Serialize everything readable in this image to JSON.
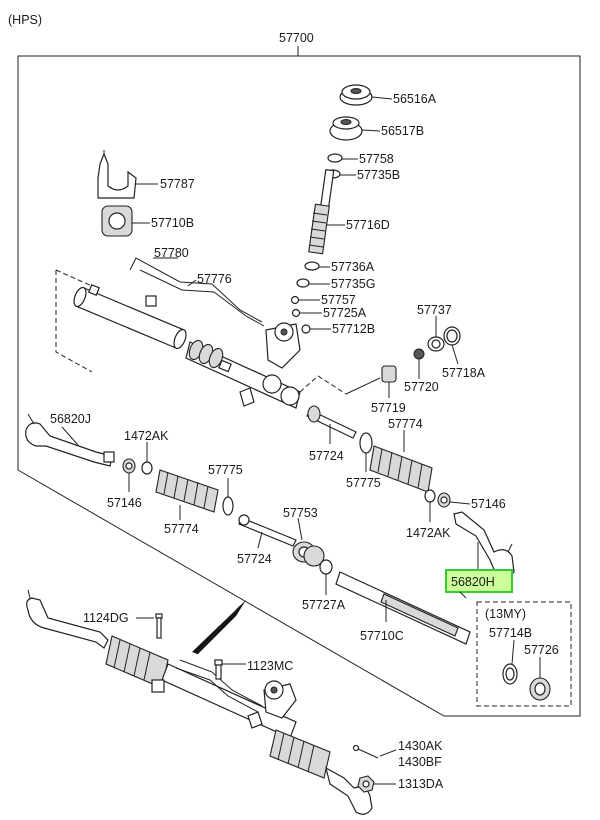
{
  "title": "(HPS)",
  "assembly": "57700",
  "labels": {
    "p56516A": "56516A",
    "p56517B": "56517B",
    "p57758": "57758",
    "p57735B": "57735B",
    "p57787": "57787",
    "p57716D": "57716D",
    "p57710B": "57710B",
    "p57780": "57780",
    "p57776": "57776",
    "p57736A": "57736A",
    "p57735G": "57735G",
    "p57757": "57757",
    "p57725A": "57725A",
    "p57712B": "57712B",
    "p57737": "57737",
    "p57720": "57720",
    "p57718A": "57718A",
    "p57719": "57719",
    "p56820J": "56820J",
    "p1472AK_a": "1472AK",
    "p57146_a": "57146",
    "p57775_a": "57775",
    "p57774_a": "57774",
    "p57753": "57753",
    "p57724_a": "57724",
    "p57727A": "57727A",
    "p57710C": "57710C",
    "p57724_b": "57724",
    "p57775_b": "57775",
    "p57774_b": "57774",
    "p57146_b": "57146",
    "p1472AK_b": "1472AK",
    "p56820H": "56820H",
    "p13MY": "(13MY)",
    "p57714B": "57714B",
    "p57726": "57726",
    "p1124DG": "1124DG",
    "p1123MC": "1123MC",
    "p1430AK": "1430AK",
    "p1430BF": "1430BF",
    "p1313DA": "1313DA"
  },
  "highlight_color": "#ccff99",
  "highlight_border": "#33cc33"
}
